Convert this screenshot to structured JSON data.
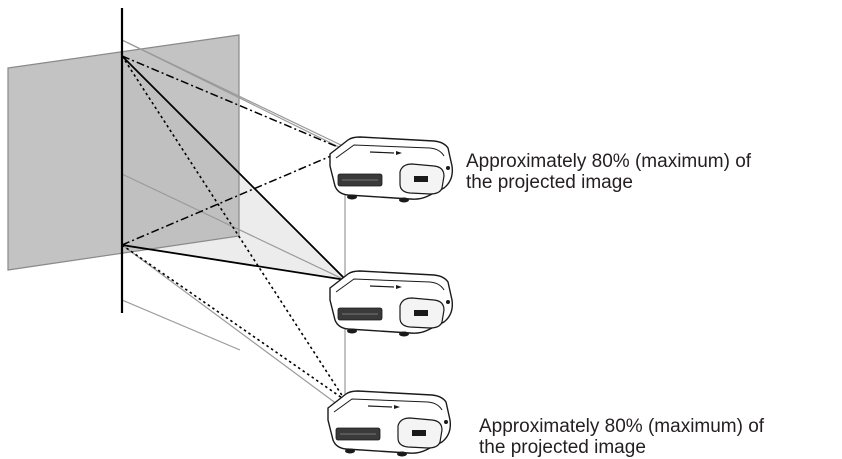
{
  "captions": {
    "top": {
      "line1": "Approximately 80% (maximum) of",
      "line2": "the projected image"
    },
    "bottom": {
      "line1": "Approximately 80% (maximum) of",
      "line2": "the projected image"
    }
  },
  "colors": {
    "screen_fill": "#b9b9b9",
    "screen_stroke": "#8a8a8a",
    "beam_fill": "#e9e9e9",
    "line_dark": "#000000",
    "line_gray": "#9a9a9a",
    "projector_body": "#ffffff",
    "projector_outline": "#1a1a1a"
  }
}
